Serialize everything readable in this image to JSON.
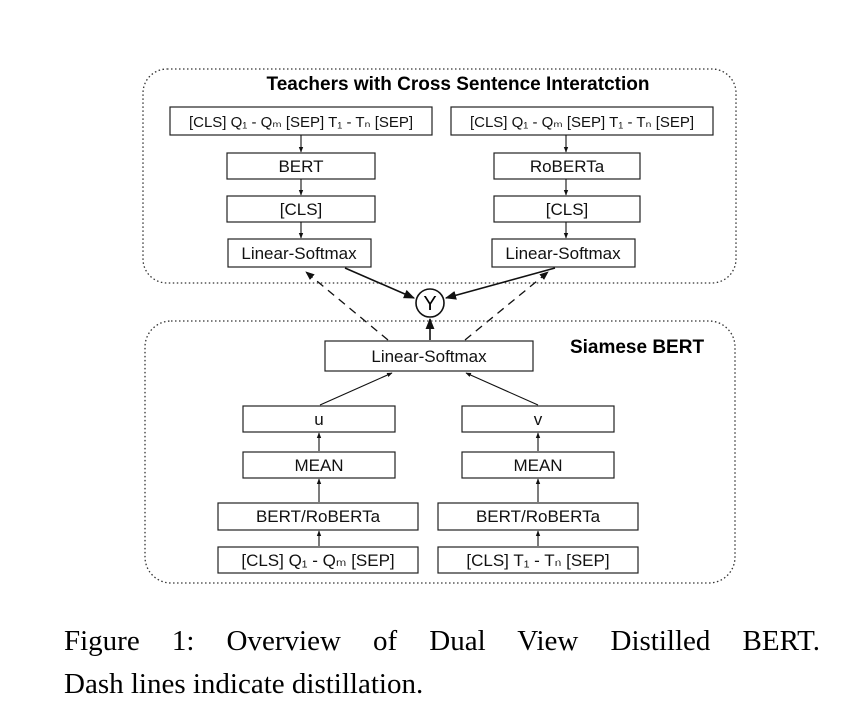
{
  "teachers": {
    "title": "Teachers with Cross Sentence Interatction",
    "left": {
      "input": "[CLS] Q₁ - Qₘ [SEP]  T₁ - Tₙ [SEP]",
      "encoder": "BERT",
      "cls": "[CLS]",
      "head": "Linear-Softmax"
    },
    "right": {
      "input": "[CLS] Q₁ - Qₘ [SEP]  T₁ - Tₙ [SEP]",
      "encoder": "RoBERTa",
      "cls": "[CLS]",
      "head": "Linear-Softmax"
    }
  },
  "target": {
    "label": "Y"
  },
  "student": {
    "title": "Siamese BERT",
    "head": "Linear-Softmax",
    "left": {
      "vector": "u",
      "pool": "MEAN",
      "encoder": "BERT/RoBERTa",
      "input": "[CLS] Q₁ - Qₘ [SEP]"
    },
    "right": {
      "vector": "v",
      "pool": "MEAN",
      "encoder": "BERT/RoBERTa",
      "input": "[CLS] T₁ - Tₙ [SEP]"
    }
  },
  "caption": {
    "line1": "Figure 1:  Overview of Dual View Distilled BERT.",
    "line2": "Dash lines indicate distillation."
  }
}
